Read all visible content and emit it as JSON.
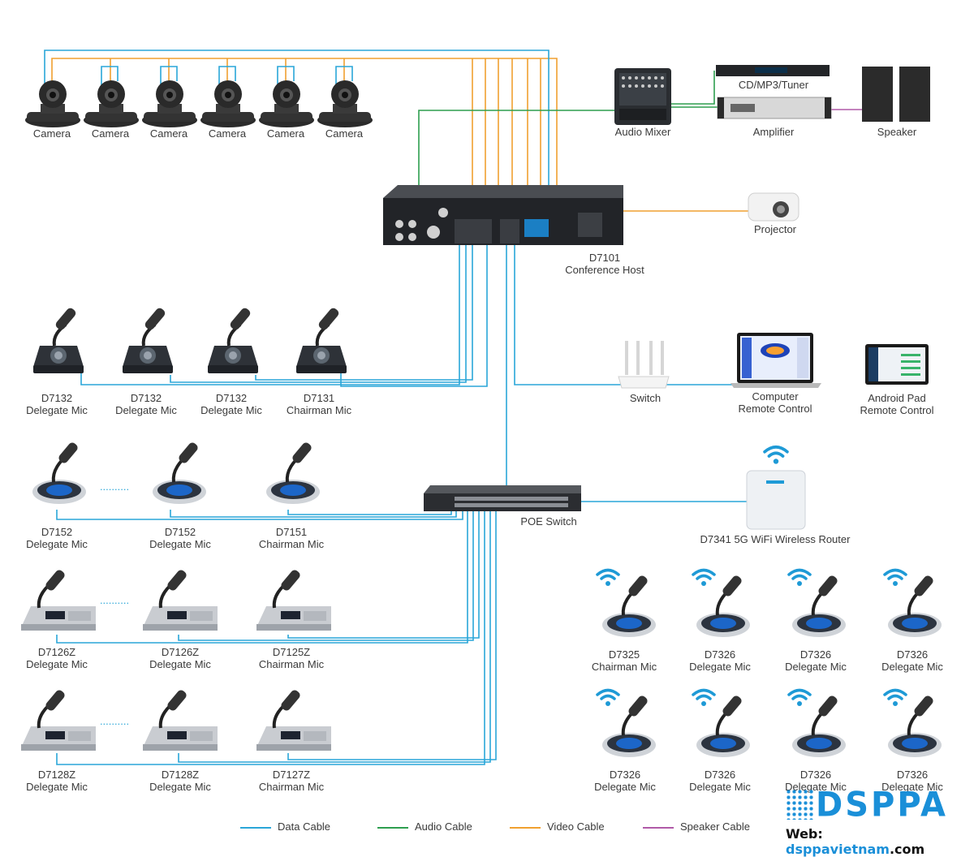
{
  "colors": {
    "data_cable": "#2aa6d8",
    "audio_cable": "#2e9e4f",
    "video_cable": "#f0a030",
    "speaker_cable": "#b05aa8",
    "brand": "#1a8fd8"
  },
  "cameras": [
    "Camera",
    "Camera",
    "Camera",
    "Camera",
    "Camera",
    "Camera"
  ],
  "top_devices": {
    "audio_mixer": "Audio Mixer",
    "cd_tuner": "CD/MP3/Tuner",
    "amplifier": "Amplifier",
    "speaker": "Speaker",
    "projector": "Projector"
  },
  "host": {
    "model": "D7101",
    "name": "Conference Host"
  },
  "row1_mics": [
    {
      "model": "D7132",
      "name": "Delegate Mic"
    },
    {
      "model": "D7132",
      "name": "Delegate Mic"
    },
    {
      "model": "D7132",
      "name": "Delegate Mic"
    },
    {
      "model": "D7131",
      "name": "Chairman Mic"
    }
  ],
  "network": {
    "switch": "Switch",
    "computer": [
      "Computer",
      "Remote Control"
    ],
    "android": [
      "Android Pad",
      "Remote Control"
    ],
    "poe_switch": "POE Switch",
    "router": "D7341 5G WiFi Wireless Router"
  },
  "row2_mics": [
    {
      "model": "D7152",
      "name": "Delegate Mic"
    },
    {
      "model": "D7152",
      "name": "Delegate Mic"
    },
    {
      "model": "D7151",
      "name": "Chairman Mic"
    }
  ],
  "row3_mics": [
    {
      "model": "D7126Z",
      "name": "Delegate Mic"
    },
    {
      "model": "D7126Z",
      "name": "Delegate Mic"
    },
    {
      "model": "D7125Z",
      "name": "Chairman Mic"
    }
  ],
  "row4_mics": [
    {
      "model": "D7128Z",
      "name": "Delegate Mic"
    },
    {
      "model": "D7128Z",
      "name": "Delegate Mic"
    },
    {
      "model": "D7127Z",
      "name": "Chairman Mic"
    }
  ],
  "wireless_row1": [
    {
      "model": "D7325",
      "name": "Chairman Mic"
    },
    {
      "model": "D7326",
      "name": "Delegate Mic"
    },
    {
      "model": "D7326",
      "name": "Delegate Mic"
    },
    {
      "model": "D7326",
      "name": "Delegate Mic"
    }
  ],
  "wireless_row2": [
    {
      "model": "D7326",
      "name": "Delegate Mic"
    },
    {
      "model": "D7326",
      "name": "Delegate Mic"
    },
    {
      "model": "D7326",
      "name": "Delegate Mic"
    },
    {
      "model": "D7326",
      "name": "Delegate Mic"
    }
  ],
  "ellipsis": "..........",
  "legend": [
    "Data Cable",
    "Audio Cable",
    "Video Cable",
    "Speaker Cable"
  ],
  "brand": {
    "logo": "DSPPA",
    "web_prefix": "Web: ",
    "web_host": "dsppavietnam",
    "web_suffix": ".com"
  }
}
